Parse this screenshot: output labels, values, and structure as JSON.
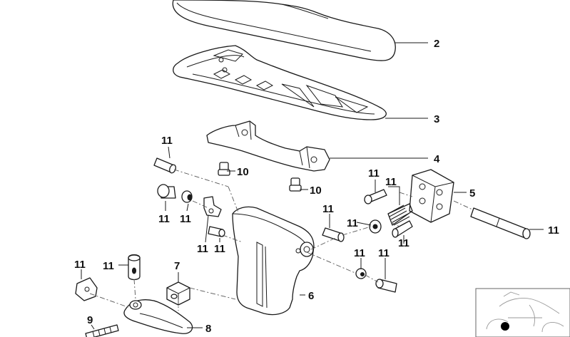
{
  "callouts": {
    "c2": "2",
    "c3": "3",
    "c4": "4",
    "c5": "5",
    "c6": "6",
    "c7": "7",
    "c8": "8",
    "c9": "9",
    "c10a": "10",
    "c10b": "10",
    "c11_pin_top": "11",
    "c11_bush_left": "11",
    "c11_washer_left": "11",
    "c11_clip_a": "11",
    "c11_clip_b": "11",
    "c11_pin_mid": "11",
    "c11_washer_mid": "11",
    "c11_screw_right": "11",
    "c11_spring": "11",
    "c11_pin_right": "11",
    "c11_washer_low": "11",
    "c11_bolt_low": "11",
    "c11_clamp": "11",
    "c11_sleeve": "11"
  },
  "colors": {
    "line": "#1a1a1a",
    "shade": "#dcdcdc",
    "thumbnail_marker": "#000000"
  }
}
